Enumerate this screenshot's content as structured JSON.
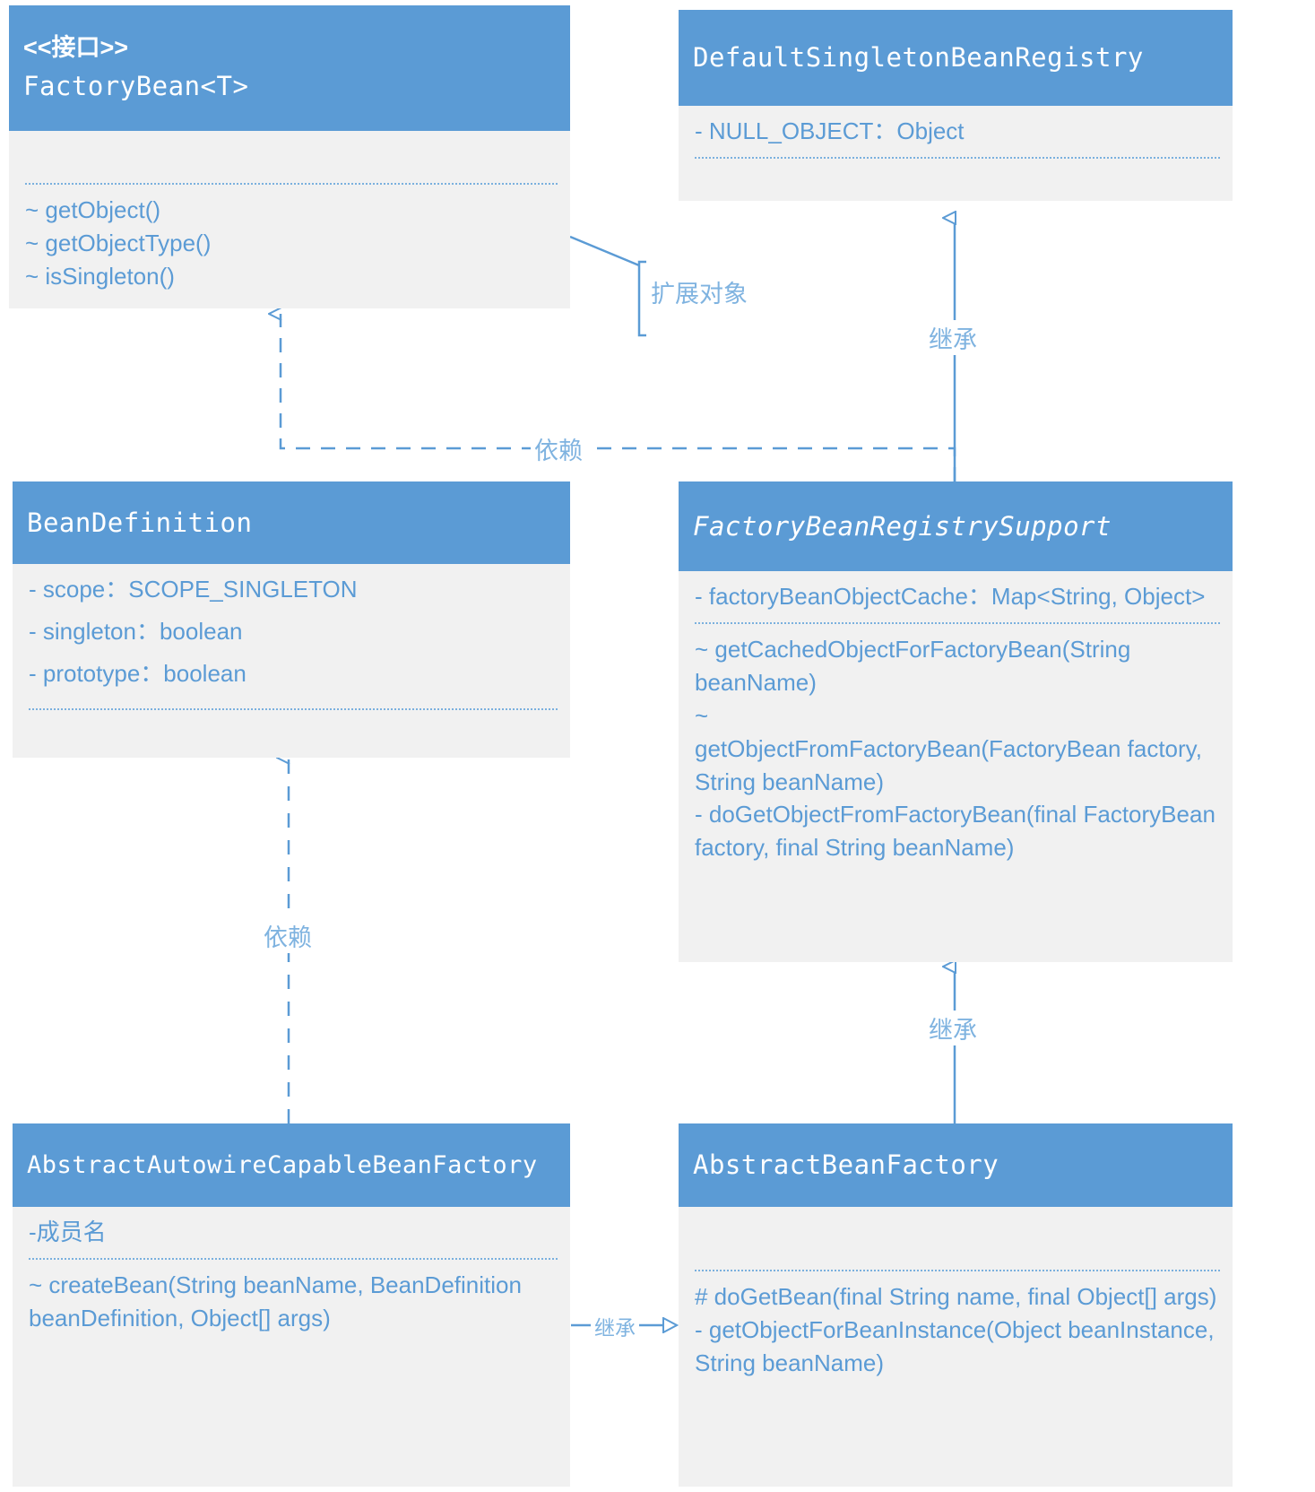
{
  "diagram": {
    "title": "Spring FactoryBean UML Class Diagram",
    "accent_blue": "#5b9bd5",
    "compartment_bg": "#f1f1f1",
    "text_blue": "#5b9bd5"
  },
  "classes": {
    "factory_bean": {
      "stereotype": "<<接口>>",
      "name": "FactoryBean<T>",
      "attributes": [],
      "methods": [
        "~ getObject()",
        "~ getObjectType()",
        "~ isSingleton()"
      ]
    },
    "default_singleton_bean_registry": {
      "name": "DefaultSingletonBeanRegistry",
      "attributes": [
        "- NULL_OBJECT：Object"
      ],
      "methods": []
    },
    "bean_definition": {
      "name": "BeanDefinition",
      "attributes": [
        "- scope：SCOPE_SINGLETON",
        "- singleton：boolean",
        "- prototype：boolean"
      ],
      "methods": []
    },
    "factory_bean_registry_support": {
      "name": "FactoryBeanRegistrySupport",
      "abstract": true,
      "attributes": [
        "- factoryBeanObjectCache：Map<String, Object>"
      ],
      "methods": [
        "~ getCachedObjectForFactoryBean(String beanName)",
        "~\ngetObjectFromFactoryBean(FactoryBean factory, String beanName)",
        "- doGetObjectFromFactoryBean(final FactoryBean factory, final String beanName)"
      ]
    },
    "abstract_autowire_capable_bean_factory": {
      "name": "AbstractAutowireCapableBeanFactory",
      "attributes": [
        "-成员名"
      ],
      "methods": [
        "~ createBean(String beanName, BeanDefinition beanDefinition, Object[] args)"
      ]
    },
    "abstract_bean_factory": {
      "name": "AbstractBeanFactory",
      "attributes": [],
      "methods": [
        "# doGetBean(final String name, final Object[] args)",
        "- getObjectForBeanInstance(Object beanInstance, String beanName)"
      ]
    }
  },
  "edges": {
    "extension_object": "扩展对象",
    "inherit_top": "继承",
    "dependency_top": "依赖",
    "dependency_left": "依赖",
    "inherit_mid": "继承",
    "inherit_bottom": "继承"
  }
}
